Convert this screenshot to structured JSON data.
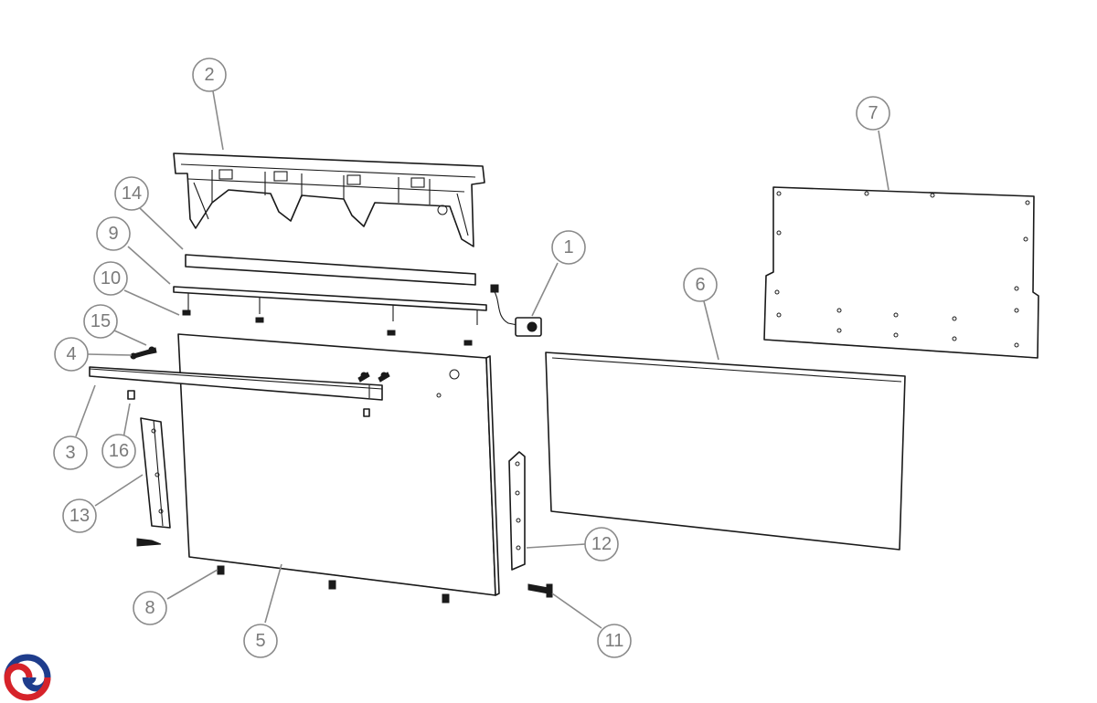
{
  "diagram": {
    "callouts": [
      {
        "id": "1",
        "label": "1"
      },
      {
        "id": "2",
        "label": "2"
      },
      {
        "id": "3",
        "label": "3"
      },
      {
        "id": "4",
        "label": "4"
      },
      {
        "id": "5",
        "label": "5"
      },
      {
        "id": "6",
        "label": "6"
      },
      {
        "id": "7",
        "label": "7"
      },
      {
        "id": "8",
        "label": "8"
      },
      {
        "id": "9",
        "label": "9"
      },
      {
        "id": "10",
        "label": "10"
      },
      {
        "id": "11",
        "label": "11"
      },
      {
        "id": "12",
        "label": "12"
      },
      {
        "id": "13",
        "label": "13"
      },
      {
        "id": "14",
        "label": "14"
      },
      {
        "id": "15",
        "label": "15"
      },
      {
        "id": "16",
        "label": "16"
      }
    ],
    "colors": {
      "line": "#1a1a1a",
      "callout": "#8a8a8a",
      "logo_blue": "#1f3d8c",
      "logo_red": "#d6232a"
    },
    "logo": {
      "icon": "brand-logo-icon"
    }
  }
}
